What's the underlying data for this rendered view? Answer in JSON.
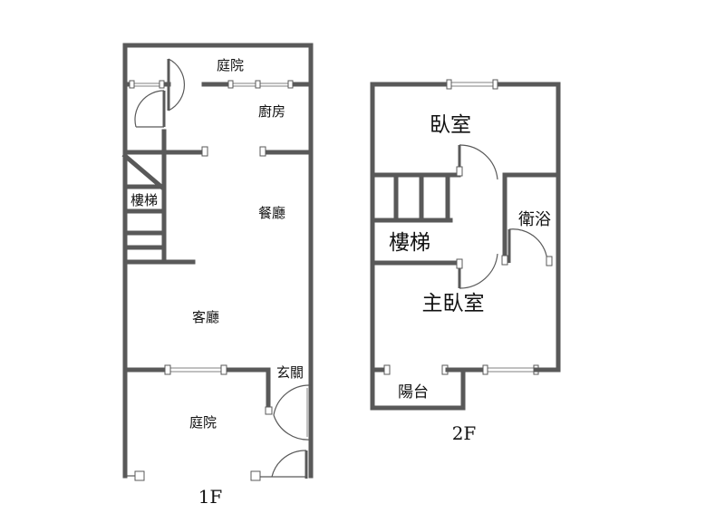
{
  "floor1": {
    "caption": "1F",
    "rooms": {
      "rear_yard": "庭院",
      "kitchen": "廚房",
      "stairs": "樓梯",
      "dining": "餐廳",
      "living": "客廳",
      "entrance": "玄關",
      "front_yard": "庭院"
    }
  },
  "floor2": {
    "caption": "2F",
    "rooms": {
      "bedroom": "臥室",
      "bathroom": "衛浴",
      "stairs": "樓梯",
      "master_bedroom": "主臥室",
      "balcony": "陽台"
    }
  }
}
